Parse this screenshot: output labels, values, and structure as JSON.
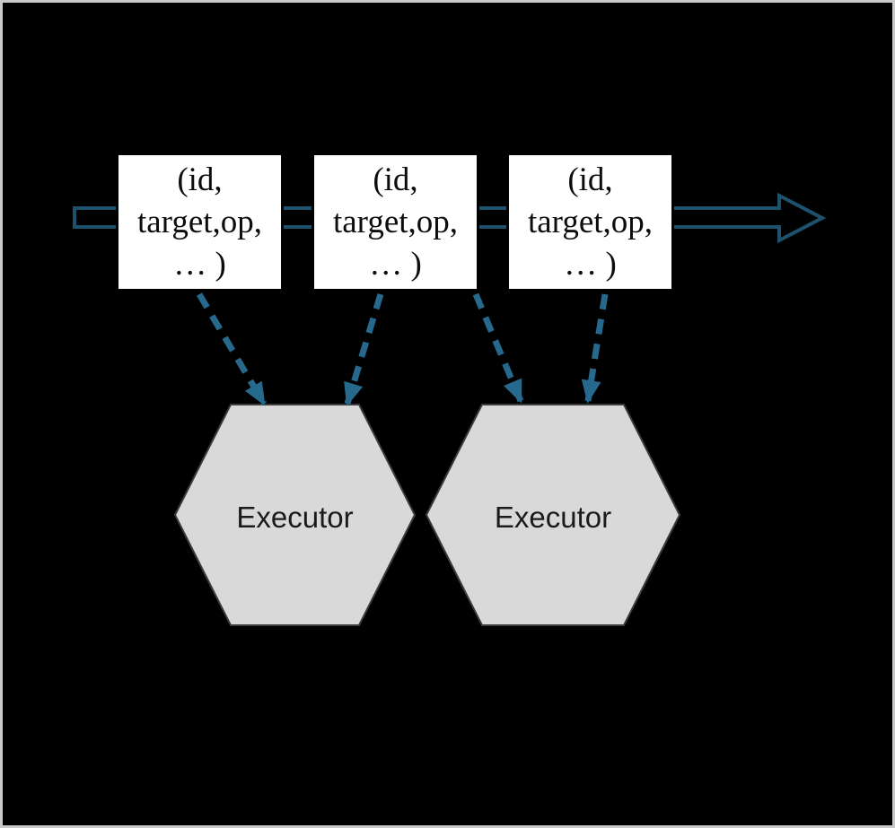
{
  "diagram": {
    "title": "event-dispatch-diagram",
    "colors": {
      "background": "#000000",
      "frame_border": "#c9c9c9",
      "stream_arrow_stroke": "#1d516c",
      "dispatch_arrow_stroke": "#27698c",
      "event_box_fill": "#ffffff",
      "executor_fill": "#d9d9d9"
    },
    "event_boxes": [
      {
        "lines": [
          "(id,",
          "target,op,",
          "… )"
        ]
      },
      {
        "lines": [
          "(id,",
          "target,op,",
          "… )"
        ]
      },
      {
        "lines": [
          "(id,",
          "target,op,",
          "… )"
        ]
      }
    ],
    "executors": [
      {
        "label": "Executor"
      },
      {
        "label": "Executor"
      }
    ]
  }
}
